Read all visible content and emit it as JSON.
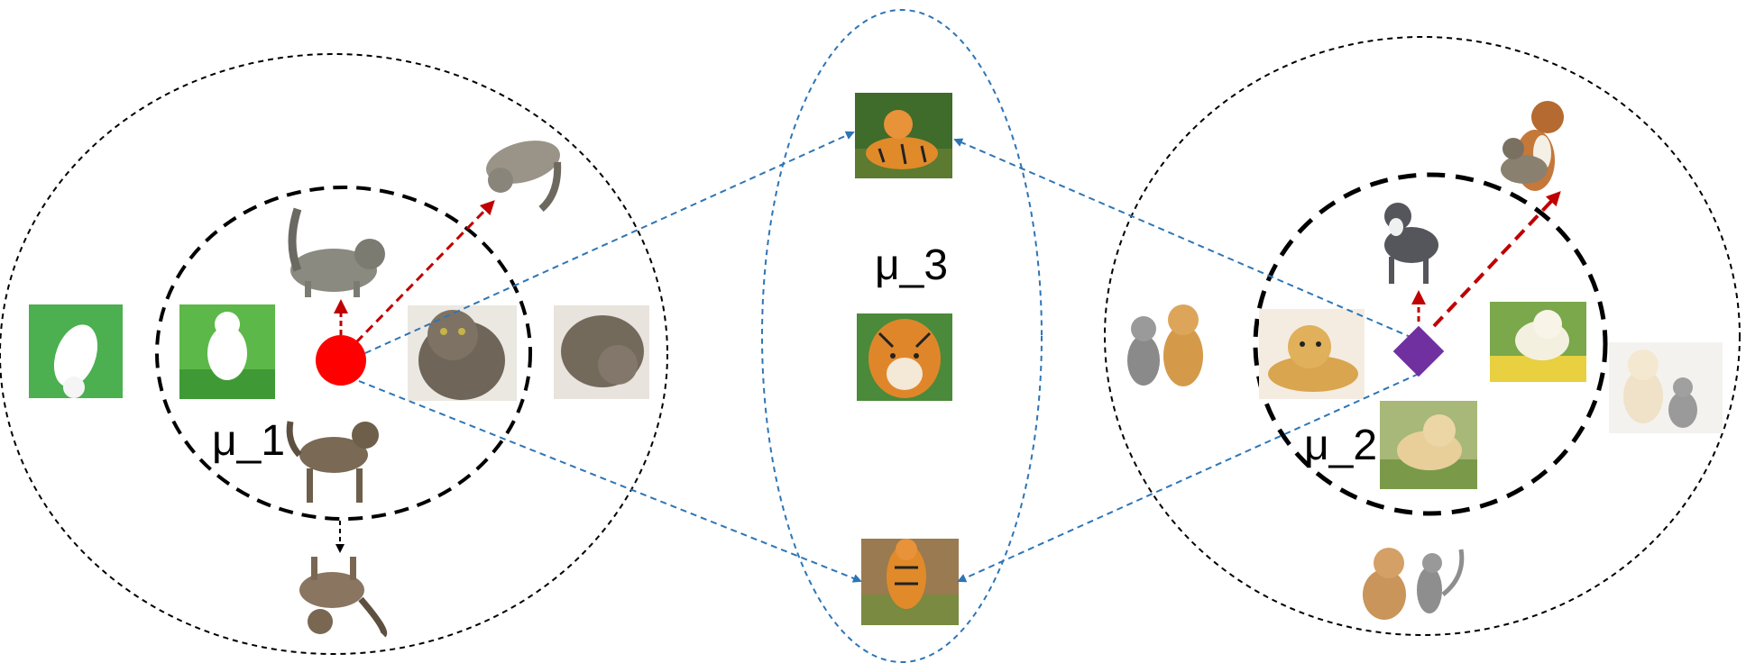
{
  "labels": {
    "mu1": "μ_1",
    "mu2": "μ_2",
    "mu3": "μ_3"
  },
  "colors": {
    "cat_center": "#ff0000",
    "dog_center": "#7030a0",
    "tiger_ring": "#2e75b6",
    "link_arrow": "#2e75b6",
    "augment_arrow": "#c00000",
    "ring": "#000000"
  },
  "images": {
    "cat_cluster": [
      "white-cat-flipped",
      "white-cat",
      "gray-tabby-cat",
      "maine-coon-cat",
      "maine-coon-cat-rotated",
      "tabby-cat-rotated",
      "walking-tabby-cat",
      "tabby-cat-flipped"
    ],
    "tiger_cluster": [
      "tiger-lying",
      "tiger-face",
      "tiger-standing"
    ],
    "dog_cluster": [
      "pitbull-dog",
      "collie-and-cat",
      "kitten-and-puppy",
      "lab-puppy-lying",
      "golden-puppy-flowers",
      "golden-puppy-grass",
      "puppy-and-kitten",
      "bulldog-and-cat"
    ]
  }
}
